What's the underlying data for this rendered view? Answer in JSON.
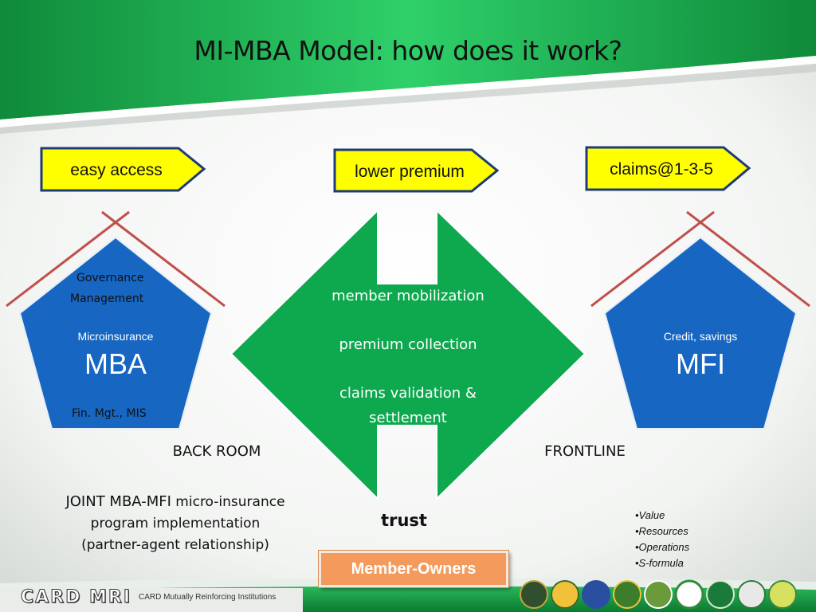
{
  "title": "MI-MBA Model: how does it work?",
  "tags": {
    "left": "easy access",
    "center": "lower premium",
    "right": "claims@1-3-5"
  },
  "left_pentagon": {
    "line1": "Governance",
    "line2": "Management",
    "small": "Microinsurance",
    "big": "MBA",
    "bottom": "Fin. Mgt., MIS"
  },
  "right_pentagon": {
    "small": "Credit, savings",
    "big": "MFI"
  },
  "center_shape": {
    "line1": "member mobilization",
    "line2": "premium collection",
    "line3a": "claims validation &",
    "line3b": "settlement"
  },
  "labels": {
    "back_room": "BACK ROOM",
    "frontline": "FRONTLINE",
    "trust": "trust",
    "joint1a": "JOINT MBA-MFI",
    "joint1b": " micro-insurance",
    "joint2": "program implementation",
    "joint3": "(partner-agent relationship)"
  },
  "bullets": [
    "•Value",
    "•Resources",
    "•Operations",
    "•S-formula"
  ],
  "member_owners": "Member-Owners",
  "footer": {
    "logo": "CARD MRI",
    "tagline": "CARD Mutually Reinforcing Institutions"
  },
  "colors": {
    "green_band": "#1aa04a",
    "tag_fill": "#ffff00",
    "pentagon_fill": "#1565c0",
    "center_fill": "#0aa84f",
    "roof_line": "#c0504d",
    "member_box": "#f39a5c"
  }
}
